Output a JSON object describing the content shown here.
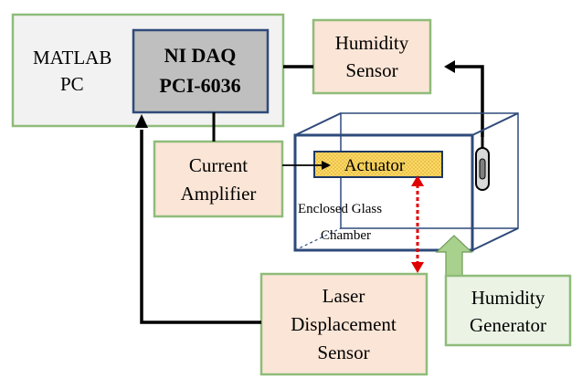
{
  "pc_block": {
    "line1": "MATLAB",
    "line2": "PC"
  },
  "daq_block": {
    "line1": "NI DAQ",
    "line2": "PCI-6036"
  },
  "humidity_sensor": {
    "line1": "Humidity",
    "line2": "Sensor"
  },
  "current_amplifier": {
    "line1": "Current",
    "line2": "Amplifier"
  },
  "actuator": {
    "label": "Actuator"
  },
  "chamber": {
    "line1": "Enclosed Glass",
    "line2": "Chamber"
  },
  "laser_sensor": {
    "line1": "Laser",
    "line2": "Displacement",
    "line3": "Sensor"
  },
  "humidity_generator": {
    "line1": "Humidity",
    "line2": "Generator"
  },
  "colors": {
    "pc_fill": "#f2f2f2",
    "pc_stroke": "#8fbc7a",
    "daq_fill": "#bfbfbf",
    "daq_stroke": "#2e4a7a",
    "peach_fill": "#fbe5d6",
    "peach_stroke": "#8fbc7a",
    "chamber_stroke": "#2e4a7a",
    "actuator_fill": "#ffd966",
    "actuator_stroke": "#1f3864",
    "laser_beam": "#e00000",
    "gen_fill": "#eaf3e4",
    "gen_arrow": "#a9d18e"
  }
}
